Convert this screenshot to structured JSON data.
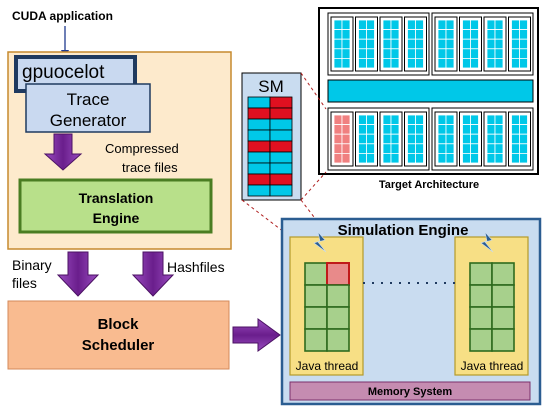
{
  "labels": {
    "cuda_application": "CUDA application",
    "gpuocelot": "gpuocelot",
    "trace_generator_line1": "Trace",
    "trace_generator_line2": "Generator",
    "compressed_line1": "Compressed",
    "compressed_line2": "trace files",
    "translation_line1": "Translation",
    "translation_line2": "Engine",
    "binary_line1": "Binary",
    "binary_line2": "files",
    "hashfiles": "Hashfiles",
    "block_line1": "Block",
    "block_line2": "Scheduler",
    "sm": "SM",
    "target_architecture": "Target Architecture",
    "simulation_engine": "Simulation Engine",
    "java_thread_left": "Java thread",
    "java_thread_right": "Java thread",
    "memory_system": "Memory System"
  },
  "colors": {
    "pipeline_bg": "#fdeacc",
    "pipeline_border": "#c68a2e",
    "gpuocelot_border": "#1f3a5f",
    "trace_gen_fill": "#c9d9f0",
    "translation_fill": "#b8e08a",
    "translation_border": "#4a7d22",
    "block_fill": "#f9bb90",
    "arrow_purple": "#7a2f9a",
    "sim_bg": "#c9dcf0",
    "sim_border": "#2b5d91",
    "java_fill": "#f7df85",
    "java_border": "#b59a2a",
    "cell_green": "#a7d08c",
    "cell_border": "#2e6b1f",
    "highlight_red": "#e88a8a",
    "memory_fill": "#c58cb1",
    "cyan": "#00c8e8",
    "red": "#e01020"
  },
  "sm_column_pattern": [
    "cyan",
    "red",
    "cyan",
    "cyan",
    "red",
    "cyan",
    "cyan",
    "red",
    "cyan"
  ]
}
